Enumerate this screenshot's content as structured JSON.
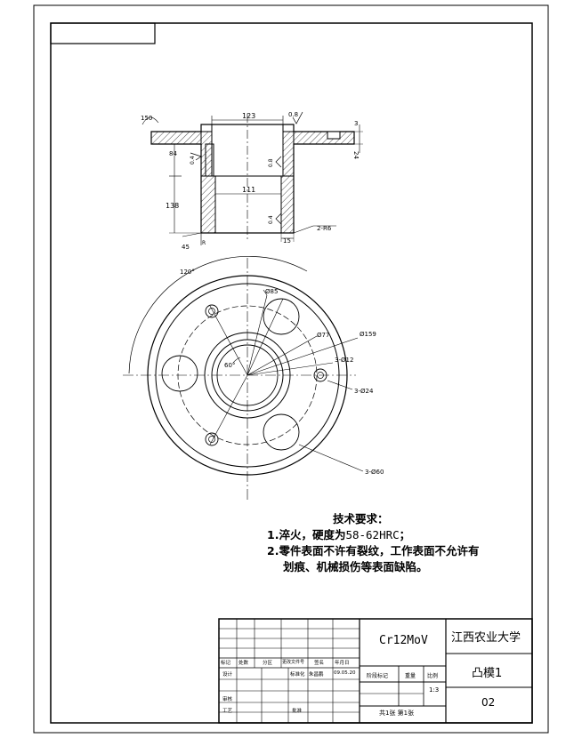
{
  "drawing": {
    "dimensions": {
      "top_width": "123",
      "inner_width": "111",
      "flange_thickness": "3",
      "flange_right": "24",
      "height_upper": "84",
      "height_lower": "138",
      "wall": "15",
      "bottom_angle": "45",
      "bottom_r": "R",
      "angle_top": "150",
      "r6": "2-R6"
    },
    "roughness": {
      "r1": "0.8",
      "r2": "0.4",
      "r3": "0.8",
      "r4": "0.4"
    },
    "plan": {
      "angle_120": "120°",
      "angle_60": "60°",
      "d85": "Ø85",
      "d77": "Ø77",
      "d159": "Ø159",
      "d12": "3-Ø12",
      "d24": "3-Ø24",
      "d60": "3-Ø60"
    }
  },
  "notes": {
    "title": "技术要求：",
    "line1_prefix": "1.淬火，硬度为",
    "line1_value": "58-62HRC",
    "line1_suffix": "；",
    "line2a": "2.零件表面不许有裂纹，工作表面不允许有",
    "line2b": "划痕、机械损伤等表面缺陷。"
  },
  "title_block": {
    "material": "Cr12MoV",
    "school": "江西农业大学",
    "part_name": "凸模1",
    "drawing_no": "02",
    "scale": "1:3",
    "row_labels": [
      "标记",
      "处数",
      "分区",
      "更改文件号",
      "签名",
      "年月日"
    ],
    "design": "设计",
    "standardize": "标准化",
    "designer": "朱昌鹏",
    "date": "09.05.20",
    "review": "审核",
    "process": "工艺",
    "approve": "批准",
    "stage_mark": "阶段标记",
    "weight": "重量",
    "ratio": "比例",
    "sheets": "共1张  第1张"
  }
}
